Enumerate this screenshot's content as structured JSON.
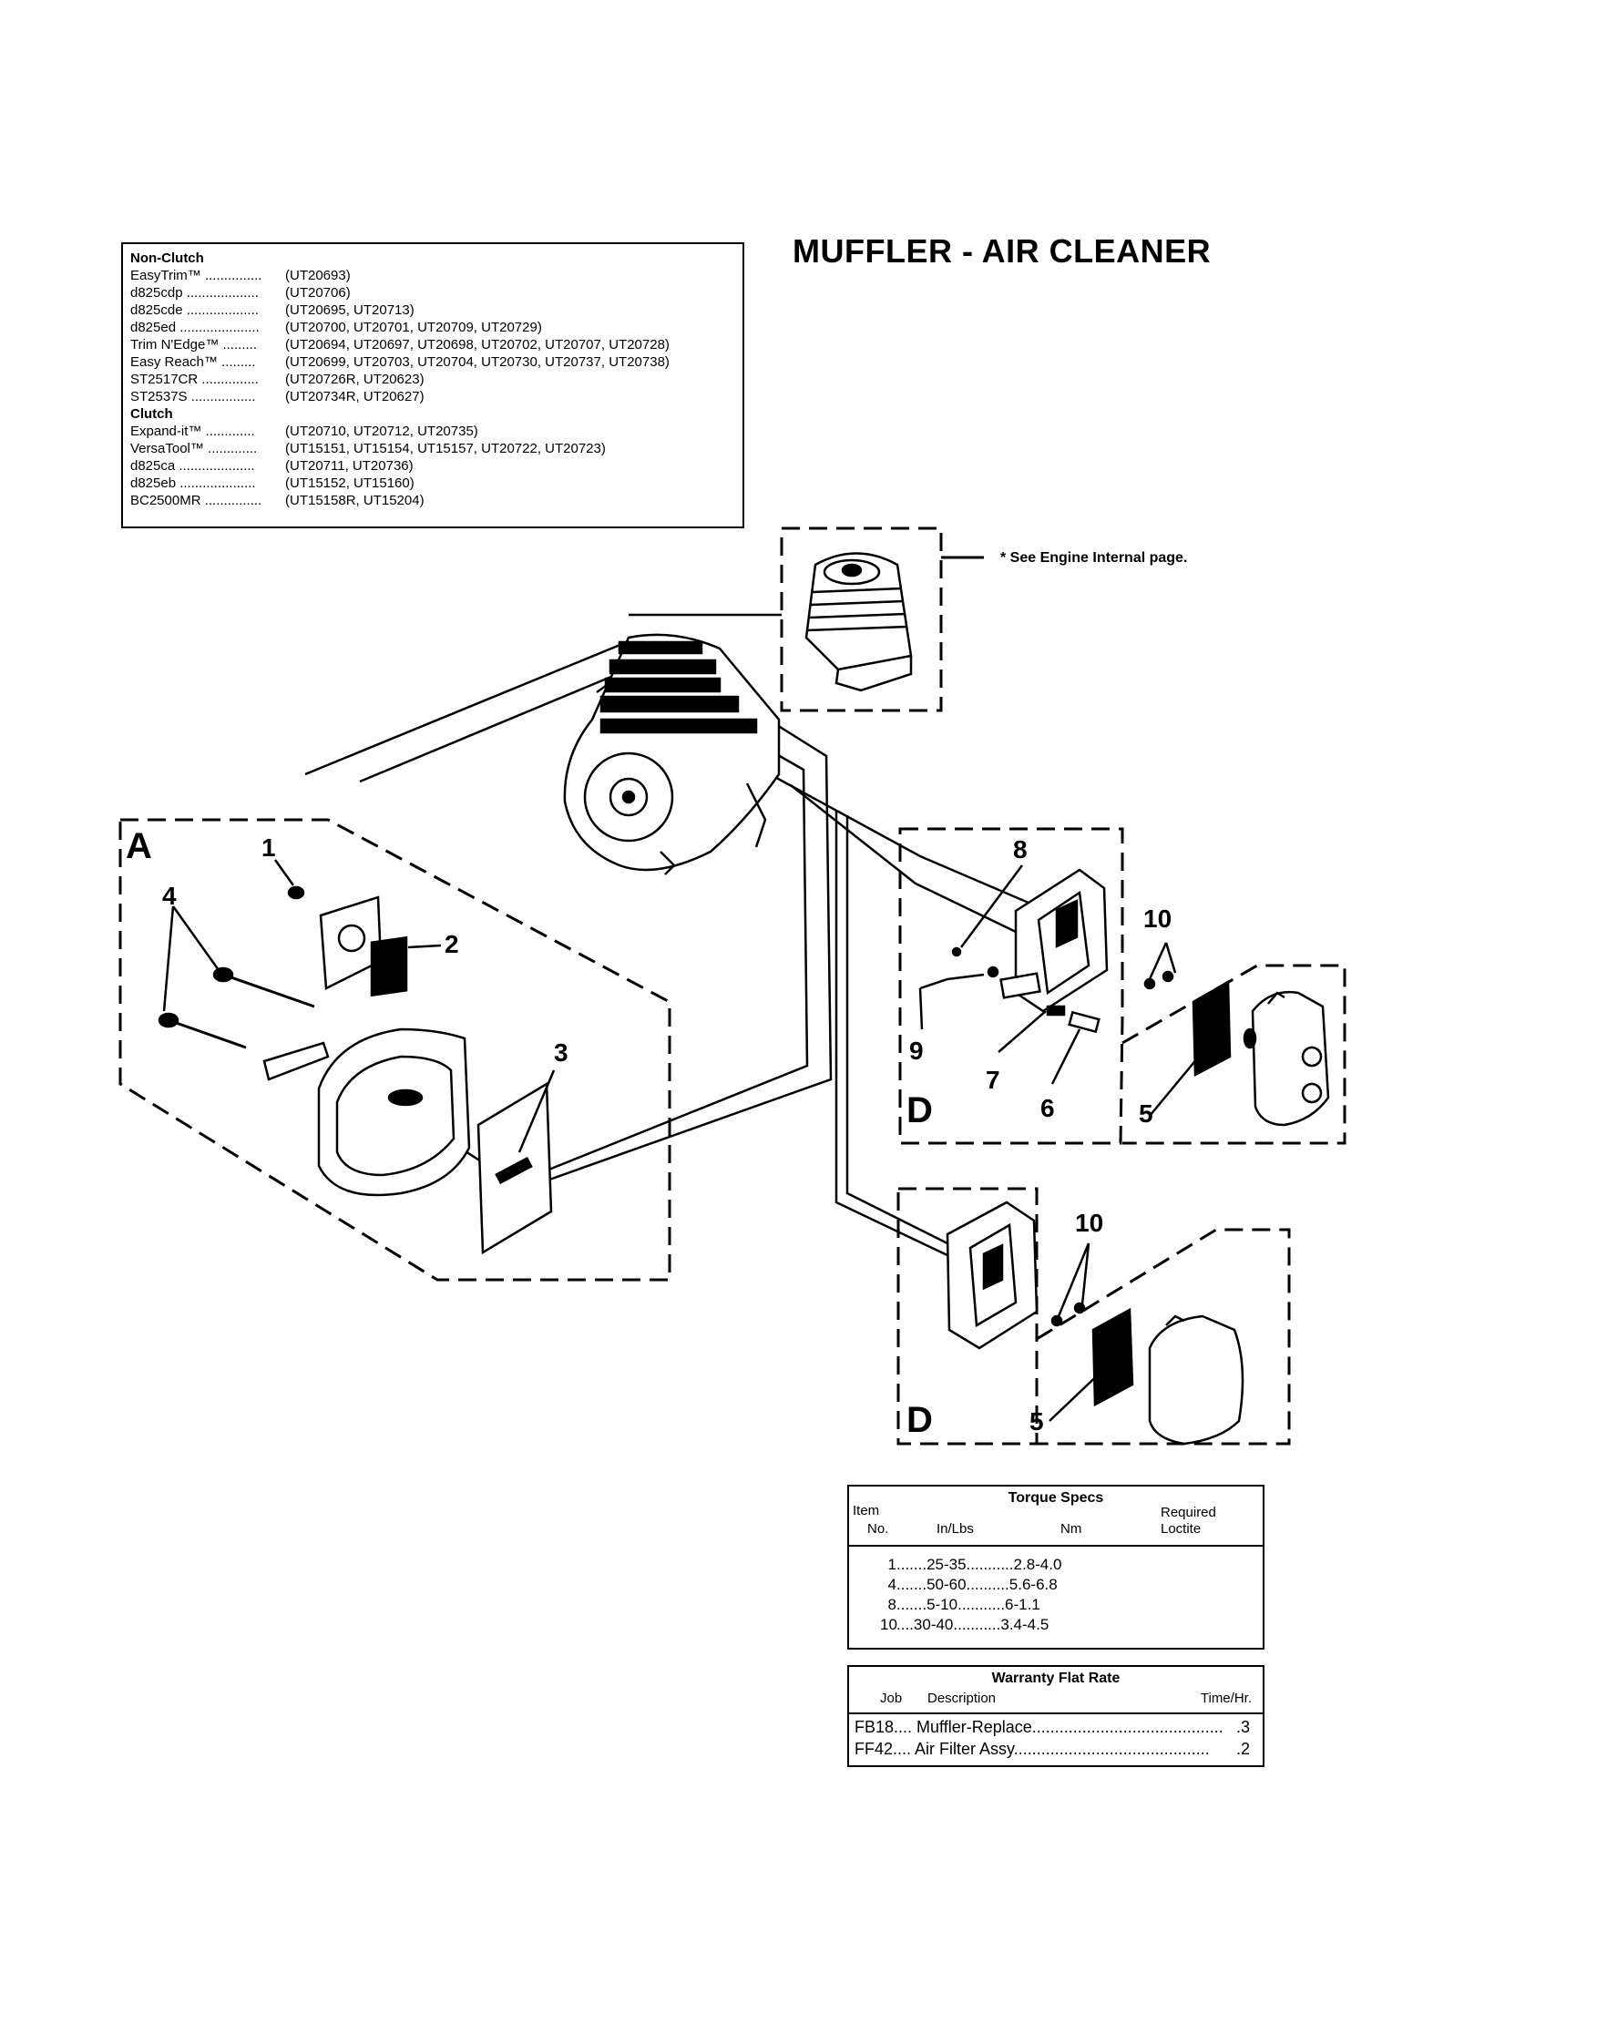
{
  "title": "MUFFLER - AIR CLEANER",
  "models": {
    "non_clutch_label": "Non-Clutch",
    "non_clutch": [
      {
        "name": "EasyTrim™ ...............",
        "codes": "(UT20693)"
      },
      {
        "name": "d825cdp ...................",
        "codes": "(UT20706)"
      },
      {
        "name": "d825cde ...................",
        "codes": "(UT20695, UT20713)"
      },
      {
        "name": "d825ed .....................",
        "codes": "(UT20700, UT20701, UT20709, UT20729)"
      },
      {
        "name": "Trim N'Edge™ .........",
        "codes": "(UT20694, UT20697, UT20698, UT20702, UT20707, UT20728)"
      },
      {
        "name": "Easy Reach™ .........",
        "codes": "(UT20699, UT20703, UT20704, UT20730, UT20737, UT20738)"
      },
      {
        "name": "ST2517CR ...............",
        "codes": "(UT20726R, UT20623)"
      },
      {
        "name": "ST2537S .................",
        "codes": "(UT20734R, UT20627)"
      }
    ],
    "clutch_label": "Clutch",
    "clutch": [
      {
        "name": "Expand-it™ .............",
        "codes": "(UT20710, UT20712, UT20735)"
      },
      {
        "name": "VersaTool™ .............",
        "codes": "(UT15151, UT15154, UT15157, UT20722, UT20723)"
      },
      {
        "name": "d825ca ....................",
        "codes": "(UT20711, UT20736)"
      },
      {
        "name": "d825eb ....................",
        "codes": "(UT15152, UT15160)"
      },
      {
        "name": "BC2500MR ...............",
        "codes": "(UT15158R, UT15204)"
      }
    ]
  },
  "engine_note": "* See Engine Internal page.",
  "callouts": {
    "a": "A",
    "d": "D",
    "n1": "1",
    "n2": "2",
    "n3": "3",
    "n4": "4",
    "n5": "5",
    "n6": "6",
    "n7": "7",
    "n8": "8",
    "n9": "9",
    "n10": "10"
  },
  "torque": {
    "title": "Torque Specs",
    "item_label": "Item",
    "no_label": "No.",
    "inlbs_label": "In/Lbs",
    "nm_label": "Nm",
    "required_label": "Required",
    "loctite_label": "Loctite",
    "rows": [
      {
        "item": "1",
        "sep1": " ....... ",
        "inlbs": "25-35",
        "sep2": " ........... ",
        "nm": "2.8-4.0"
      },
      {
        "item": "4",
        "sep1": " ....... ",
        "inlbs": "50-60",
        "sep2": " .......... ",
        "nm": "5.6-6.8"
      },
      {
        "item": "8",
        "sep1": " ....... ",
        "inlbs": "5-10",
        "sep2": " .......... ",
        "nm": ".6-1.1"
      },
      {
        "item": "10",
        "sep1": " .... ",
        "inlbs": "30-40",
        "sep2": " ........... ",
        "nm": "3.4-4.5"
      }
    ]
  },
  "warranty": {
    "title": "Warranty Flat Rate",
    "job_label": "Job",
    "desc_label": "Description",
    "time_label": "Time/Hr.",
    "rows": [
      {
        "job": "FB18",
        "desc": ".... Muffler-Replace ",
        "fill": "..........................................",
        "time": ".3"
      },
      {
        "job": "FF42",
        "desc": ".... Air Filter Assy. ",
        "fill": "..........................................",
        "time": ".2"
      }
    ]
  }
}
